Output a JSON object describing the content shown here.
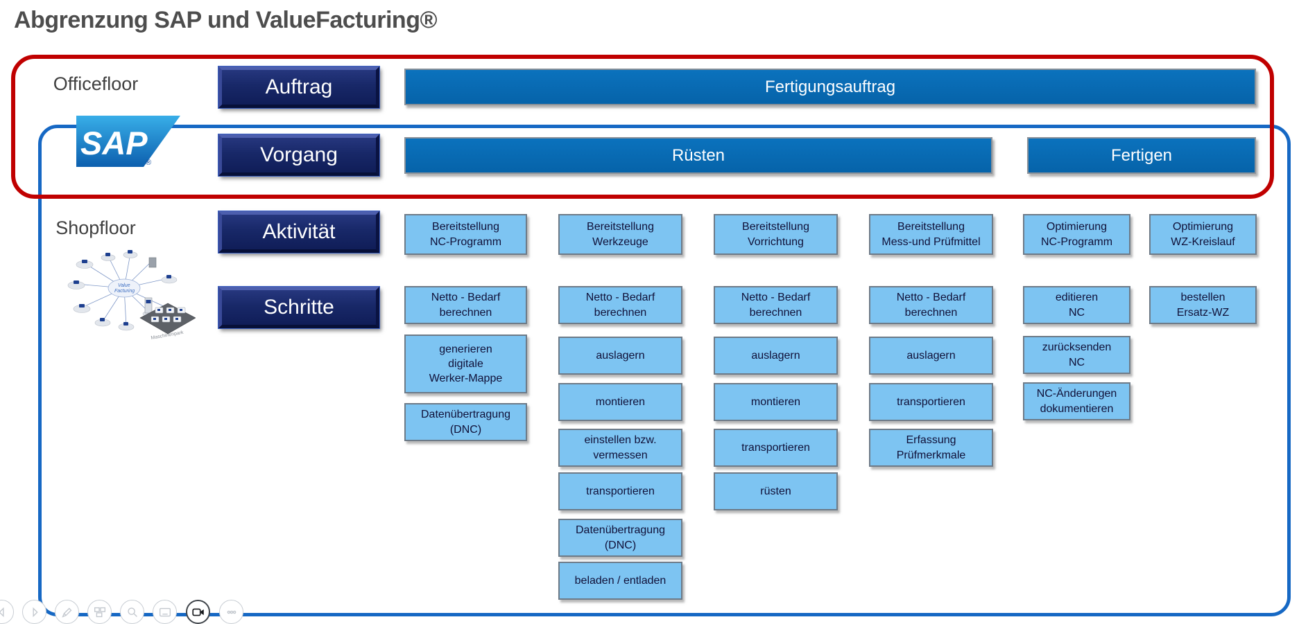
{
  "title": "Abgrenzung SAP und ValueFacturing®",
  "row_labels": {
    "officefloor": "Officefloor",
    "shopfloor": "Shopfloor"
  },
  "sap": {
    "text": "SAP",
    "r": "®"
  },
  "levels": [
    {
      "label": "Auftrag"
    },
    {
      "label": "Vorgang"
    },
    {
      "label": "Aktivität"
    },
    {
      "label": "Schritte"
    }
  ],
  "bars": [
    {
      "label": "Fertigungsauftrag"
    },
    {
      "label": "Rüsten"
    },
    {
      "label": "Fertigen"
    }
  ],
  "columns": [
    {
      "activity": "Bereitstellung\nNC-Programm",
      "steps": [
        "Netto - Bedarf\nberechnen",
        "generieren\ndigitale\nWerker-Mappe",
        "Datenübertragung\n(DNC)"
      ]
    },
    {
      "activity": "Bereitstellung\nWerkzeuge",
      "steps": [
        "Netto - Bedarf\nberechnen",
        "auslagern",
        "montieren",
        "einstellen bzw.\nvermessen",
        "transportieren",
        "Datenübertragung\n(DNC)",
        "beladen / entladen"
      ]
    },
    {
      "activity": "Bereitstellung\nVorrichtung",
      "steps": [
        "Netto - Bedarf\nberechnen",
        "auslagern",
        "montieren",
        "transportieren",
        "rüsten"
      ]
    },
    {
      "activity": "Bereitstellung\nMess-und Prüfmittel",
      "steps": [
        "Netto - Bedarf\nberechnen",
        "auslagern",
        "transportieren",
        "Erfassung\nPrüfmerkmale"
      ]
    },
    {
      "activity": "Optimierung\nNC-Programm",
      "steps": [
        "editieren\nNC",
        "zurücksenden\nNC",
        "NC-Änderungen\ndokumentieren"
      ]
    },
    {
      "activity": "Optimierung\nWZ-Kreislauf",
      "steps": [
        "bestellen\nErsatz-WZ"
      ]
    }
  ],
  "illustration": {
    "hub_line1": "Value",
    "hub_line2": "Facturing",
    "park_label": "Maschinenpark"
  },
  "toolbar": {
    "icons": [
      "previous-slide",
      "next-slide",
      "pen",
      "all-slides",
      "zoom",
      "display",
      "camera",
      "more-options"
    ]
  },
  "colors": {
    "frame_red": "#c00000",
    "frame_blue": "#1668c4",
    "bar_blue": "#0869b1",
    "box_light_blue": "#7dc4f2",
    "button_navy": "#15246b",
    "title_gray": "#4d4d4d"
  }
}
